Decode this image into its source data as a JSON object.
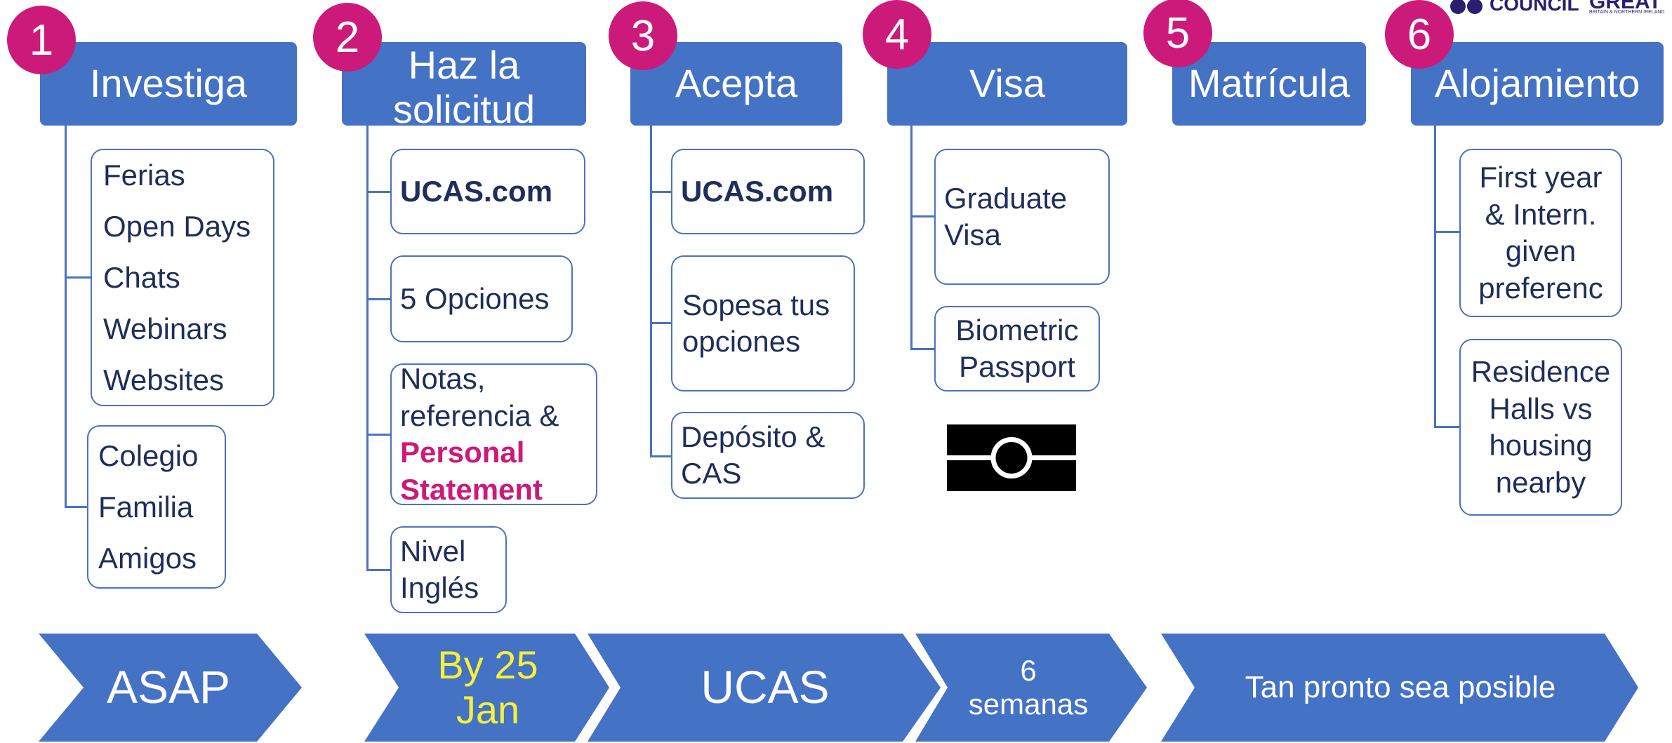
{
  "logo": {
    "council": "COUNCIL",
    "great": "GREAT",
    "subtitle": "BRITAIN & NORTHERN IRELAND"
  },
  "steps": [
    {
      "number": "1",
      "title": "Investiga"
    },
    {
      "number": "2",
      "title": "Haz la\nsolicitud"
    },
    {
      "number": "3",
      "title": "Acepta"
    },
    {
      "number": "4",
      "title": "Visa"
    },
    {
      "number": "5",
      "title": "Matrícula"
    },
    {
      "number": "6",
      "title": "Alojamiento"
    }
  ],
  "col1": {
    "box1": [
      "Ferias",
      "Open Days",
      "Chats",
      "Webinars",
      "Websites"
    ],
    "box2": [
      "Colegio",
      "Familia",
      "Amigos"
    ]
  },
  "col2": {
    "ucas": "UCAS.com",
    "opciones": "5 Opciones",
    "notas_l1": "Notas,",
    "notas_l2": "referencia &",
    "personal_l1": "Personal",
    "personal_l2": "Statement",
    "nivel_l1": "Nivel",
    "nivel_l2": "Inglés"
  },
  "col3": {
    "ucas": "UCAS.com",
    "sopesa_l1": "Sopesa tus",
    "sopesa_l2": "opciones",
    "deposito_l1": "Depósito &",
    "deposito_l2": "CAS"
  },
  "col4": {
    "graduate_l1": "Graduate",
    "graduate_l2": "Visa",
    "biometric_l1": "Biometric",
    "biometric_l2": "Passport",
    "passport_symbol": "biometric-passport-icon"
  },
  "col6": {
    "first_l1": "First year",
    "first_l2": "& Intern.",
    "first_l3": "given",
    "first_l4": "preferenc",
    "res_l1": "Residence",
    "res_l2": "Halls vs",
    "res_l3": "housing",
    "res_l4": "nearby"
  },
  "timeline": {
    "asap": "ASAP",
    "by25_l1": "By 25",
    "by25_l2": "Jan",
    "ucas": "UCAS",
    "semanas_l1": "6",
    "semanas_l2": "semanas",
    "tan_pronto": "Tan pronto sea posible"
  },
  "colors": {
    "blue": "#4472c4",
    "magenta": "#cc1a7a",
    "navy": "#1f2e5a",
    "yellow": "#f5f03a"
  }
}
